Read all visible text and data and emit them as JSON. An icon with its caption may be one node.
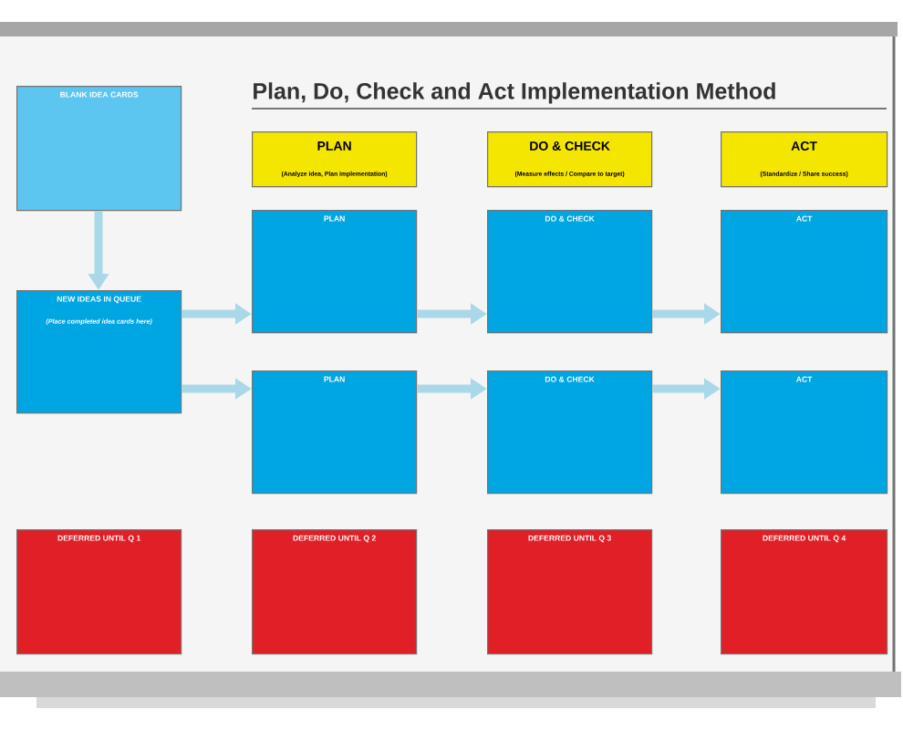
{
  "diagram": {
    "title": "Plan, Do, Check and Act Implementation Method",
    "nodes": [
      {
        "text": [
          "BLANK IDEA CARDS"
        ]
      },
      {
        "text": [
          "NEW IDEAS IN QUEUE",
          "(Place completed idea cards here)"
        ]
      },
      {
        "text": [
          "PLAN",
          "(Analyze idea, Plan implementation)"
        ]
      },
      {
        "text": [
          "DO & CHECK",
          "(Measure effects / Compare to target)"
        ]
      },
      {
        "text": [
          "ACT",
          "(Standardize / Share success)"
        ]
      },
      {
        "text": [
          "PLAN"
        ]
      },
      {
        "text": [
          "DO & CHECK"
        ]
      },
      {
        "text": [
          "ACT"
        ]
      },
      {
        "text": [
          "PLAN"
        ]
      },
      {
        "text": [
          "DO & CHECK"
        ]
      },
      {
        "text": [
          "ACT"
        ]
      },
      {
        "text": [
          "DEFERRED UNTIL Q 1"
        ]
      },
      {
        "text": [
          "DEFERRED UNTIL Q 2"
        ]
      },
      {
        "text": [
          "DEFERRED UNTIL Q 3"
        ]
      },
      {
        "text": [
          "DEFERRED UNTIL Q 4"
        ]
      }
    ],
    "edges": [
      {
        "from": 0,
        "to": 1,
        "arrow": "to"
      },
      {
        "from": 1,
        "to": 5,
        "arrow": "to"
      },
      {
        "from": 1,
        "to": 8,
        "arrow": "to"
      },
      {
        "from": 5,
        "to": 6,
        "arrow": "to"
      },
      {
        "from": 6,
        "to": 7,
        "arrow": "to"
      },
      {
        "from": 8,
        "to": 9,
        "arrow": "to"
      },
      {
        "from": 9,
        "to": 10,
        "arrow": "to"
      }
    ]
  }
}
